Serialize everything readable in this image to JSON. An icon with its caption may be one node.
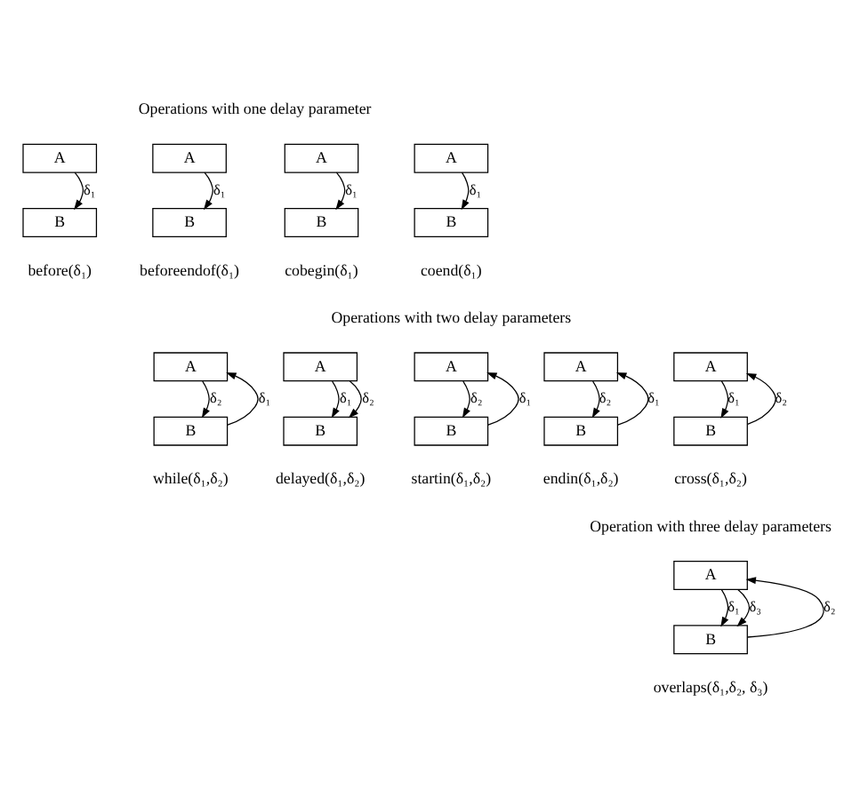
{
  "diagram": {
    "nodes": [
      {
        "text": [
          "A"
        ]
      },
      {
        "text": [
          "B"
        ],
        "beside": [
          "before(δ₁)"
        ]
      },
      {
        "text": [
          "A"
        ]
      },
      {
        "text": [
          "B"
        ],
        "beside": [
          "beforeendof(δ₁)"
        ]
      },
      {
        "text": [
          "A"
        ]
      },
      {
        "text": [
          "B"
        ],
        "beside": [
          "cobegin(δ₁)"
        ]
      },
      {
        "text": [
          "A"
        ]
      },
      {
        "text": [
          "B"
        ],
        "beside": [
          "coend(δ₁)"
        ]
      },
      {
        "text": [
          "A"
        ]
      },
      {
        "text": [
          "B"
        ],
        "beside": [
          "while(δ₁,δ₂)"
        ]
      },
      {
        "text": [
          "A"
        ]
      },
      {
        "text": [
          "B"
        ],
        "beside": [
          "delayed(δ₁,δ₂)"
        ]
      },
      {
        "text": [
          "A"
        ]
      },
      {
        "text": [
          "B"
        ],
        "beside": [
          "startin(δ₁,δ₂)"
        ]
      },
      {
        "text": [
          "A"
        ]
      },
      {
        "text": [
          "B"
        ],
        "beside": [
          "endin(δ₁,δ₂)"
        ]
      },
      {
        "text": [
          "A"
        ]
      },
      {
        "text": [
          "B"
        ],
        "beside": [
          "cross(δ₁,δ₂)"
        ]
      },
      {
        "text": [
          "A"
        ]
      },
      {
        "text": [
          "B"
        ],
        "beside": [
          "overlaps(δ₁,δ₂, δ₃)"
        ]
      }
    ],
    "edges": [
      {
        "from": 0,
        "to": 1,
        "arrow": "to",
        "label": "δ₁"
      },
      {
        "from": 2,
        "to": 3,
        "arrow": "to",
        "label": "δ₁"
      },
      {
        "from": 4,
        "to": 5,
        "arrow": "to",
        "label": "δ₁"
      },
      {
        "from": 6,
        "to": 7,
        "arrow": "to",
        "label": "δ₁"
      },
      {
        "from": 9,
        "to": 8,
        "arrow": "to",
        "label": "δ₁"
      },
      {
        "from": 8,
        "to": 9,
        "arrow": "to",
        "label": "δ₂"
      },
      {
        "from": 10,
        "to": 11,
        "arrow": "to",
        "label": "δ₁"
      },
      {
        "from": 10,
        "to": 11,
        "arrow": "to",
        "label": "δ₂"
      },
      {
        "from": 13,
        "to": 12,
        "arrow": "to",
        "label": "δ₁"
      },
      {
        "from": 12,
        "to": 13,
        "arrow": "to",
        "label": "δ₂"
      },
      {
        "from": 15,
        "to": 14,
        "arrow": "to",
        "label": "δ₁"
      },
      {
        "from": 14,
        "to": 15,
        "arrow": "to",
        "label": "δ₂"
      },
      {
        "from": 17,
        "to": 16,
        "arrow": "to",
        "label": "δ₂"
      },
      {
        "from": 16,
        "to": 17,
        "arrow": "to",
        "label": "δ₁"
      },
      {
        "from": 18,
        "to": 19,
        "arrow": "to",
        "label": "δ₁"
      },
      {
        "from": 19,
        "to": 18,
        "arrow": "to",
        "label": "δ₂"
      },
      {
        "from": 18,
        "to": 19,
        "arrow": "to",
        "label": "δ₃"
      }
    ],
    "labels": [
      "Operations with one delay parameter",
      "Operations with two delay parameters",
      "Operation with three delay parameters"
    ]
  }
}
